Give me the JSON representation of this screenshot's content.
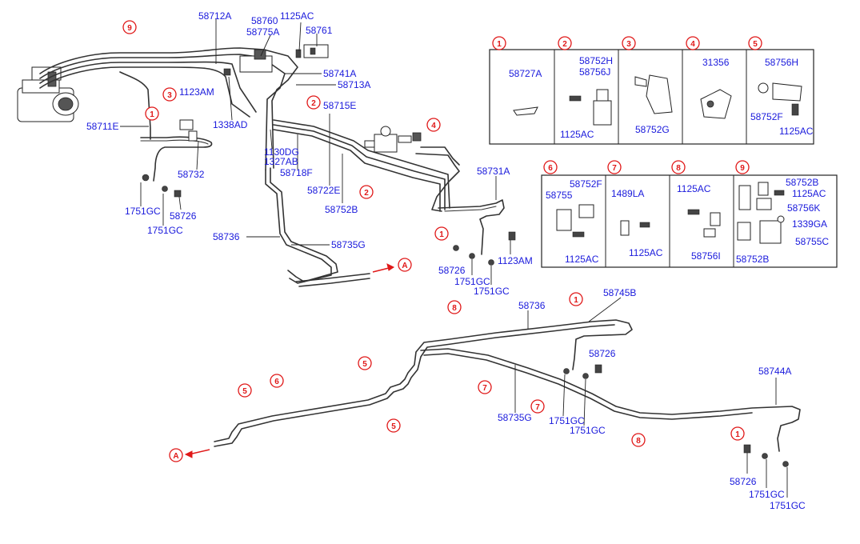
{
  "colors": {
    "label": "#1a1adc",
    "callout": "#e01818",
    "line": "#333333"
  },
  "labels": {
    "p58712A": "58712A",
    "p58760": "58760",
    "p1125AC_top": "1125AC",
    "p58775A": "58775A",
    "p58761": "58761",
    "p58741A": "58741A",
    "p58713A": "58713A",
    "p1123AM_a": "1123AM",
    "p1338AD": "1338AD",
    "p58711E": "58711E",
    "p58715E": "58715E",
    "p1130DG": "1130DG",
    "p1327AB": "1327AB",
    "p58718F": "58718F",
    "p58722E": "58722E",
    "p58752B_main": "58752B",
    "p58732": "58732",
    "p1751GC_a": "1751GC",
    "p58726_a": "58726",
    "p1751GC_b": "1751GC",
    "p58736_a": "58736",
    "p58735G_a": "58735G",
    "p58731A": "58731A",
    "p58726_b": "58726",
    "p1751GC_c": "1751GC",
    "p1123AM_b": "1123AM",
    "p1751GC_d": "1751GC",
    "p58736_b": "58736",
    "p58745B": "58745B",
    "p58726_c": "58726",
    "p58735G_b": "58735G",
    "p1751GC_e": "1751GC",
    "p1751GC_f": "1751GC",
    "p58744A": "58744A",
    "p58726_d": "58726",
    "p1751GC_g": "1751GC",
    "p1751GC_h": "1751GC",
    "ref_A_1": "A",
    "ref_A_2": "A"
  },
  "panels": {
    "row1": [
      {
        "num": "1",
        "labels": [
          "58727A"
        ]
      },
      {
        "num": "2",
        "labels": [
          "58752H",
          "58756J",
          "1125AC"
        ]
      },
      {
        "num": "3",
        "labels": [
          "58752G"
        ]
      },
      {
        "num": "4",
        "labels": [
          "31356"
        ]
      },
      {
        "num": "5",
        "labels": [
          "58756H",
          "58752F",
          "1125AC"
        ]
      }
    ],
    "row2": [
      {
        "num": "6",
        "labels": [
          "58752F",
          "58755",
          "1125AC"
        ]
      },
      {
        "num": "7",
        "labels": [
          "1489LA",
          "1125AC"
        ]
      },
      {
        "num": "8",
        "labels": [
          "1125AC",
          "58756I"
        ]
      },
      {
        "num": "9",
        "labels": [
          "58752B",
          "1125AC",
          "58756K",
          "1339GA",
          "58755C",
          "58752B"
        ]
      }
    ]
  },
  "callouts": {
    "c9_top": "9",
    "c3_top": "3",
    "c1_a": "1",
    "c2_a": "2",
    "c2_b": "2",
    "c4_a": "4",
    "c1_b": "1",
    "c8_a": "8",
    "c1_c": "1",
    "c6_a": "6",
    "c5_a": "5",
    "c5_b": "5",
    "c5_c": "5",
    "c7_a": "7",
    "c7_b": "7",
    "c8_b": "8",
    "c1_d": "1"
  }
}
